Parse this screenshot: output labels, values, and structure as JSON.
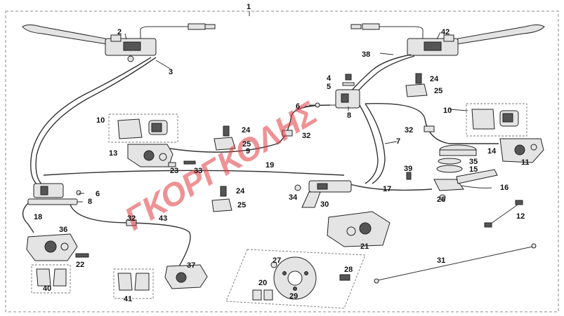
{
  "diagram": {
    "assembly_number": "1",
    "watermark": "ΓΚΟΡΓΚΟΛΗΣ",
    "watermark_color": "#e0393e",
    "callouts": [
      {
        "id": "c1",
        "text": "1"
      },
      {
        "id": "c2",
        "text": "2"
      },
      {
        "id": "c3",
        "text": "3"
      },
      {
        "id": "c4",
        "text": "4"
      },
      {
        "id": "c5",
        "text": "5"
      },
      {
        "id": "c6a",
        "text": "6"
      },
      {
        "id": "c6b",
        "text": "6"
      },
      {
        "id": "c7",
        "text": "7"
      },
      {
        "id": "c8a",
        "text": "8"
      },
      {
        "id": "c8b",
        "text": "8"
      },
      {
        "id": "c9",
        "text": "9"
      },
      {
        "id": "c10a",
        "text": "10"
      },
      {
        "id": "c10b",
        "text": "10"
      },
      {
        "id": "c11",
        "text": "11"
      },
      {
        "id": "c12",
        "text": "12"
      },
      {
        "id": "c13",
        "text": "13"
      },
      {
        "id": "c14",
        "text": "14"
      },
      {
        "id": "c15",
        "text": "15"
      },
      {
        "id": "c16",
        "text": "16"
      },
      {
        "id": "c17",
        "text": "17"
      },
      {
        "id": "c18",
        "text": "18"
      },
      {
        "id": "c19",
        "text": "19"
      },
      {
        "id": "c20",
        "text": "20"
      },
      {
        "id": "c21",
        "text": "21"
      },
      {
        "id": "c22",
        "text": "22"
      },
      {
        "id": "c23",
        "text": "23"
      },
      {
        "id": "c24a",
        "text": "24"
      },
      {
        "id": "c24b",
        "text": "24"
      },
      {
        "id": "c24c",
        "text": "24"
      },
      {
        "id": "c25a",
        "text": "25"
      },
      {
        "id": "c25b",
        "text": "25"
      },
      {
        "id": "c25c",
        "text": "25"
      },
      {
        "id": "c26",
        "text": "26"
      },
      {
        "id": "c27",
        "text": "27"
      },
      {
        "id": "c28",
        "text": "28"
      },
      {
        "id": "c29",
        "text": "29"
      },
      {
        "id": "c30",
        "text": "30"
      },
      {
        "id": "c31",
        "text": "31"
      },
      {
        "id": "c32a",
        "text": "32"
      },
      {
        "id": "c32b",
        "text": "32"
      },
      {
        "id": "c32c",
        "text": "32"
      },
      {
        "id": "c33",
        "text": "33"
      },
      {
        "id": "c34",
        "text": "34"
      },
      {
        "id": "c35",
        "text": "35"
      },
      {
        "id": "c36",
        "text": "36"
      },
      {
        "id": "c37",
        "text": "37"
      },
      {
        "id": "c38",
        "text": "38"
      },
      {
        "id": "c39",
        "text": "39"
      },
      {
        "id": "c40",
        "text": "40"
      },
      {
        "id": "c41",
        "text": "41"
      },
      {
        "id": "c42",
        "text": "42"
      },
      {
        "id": "c43",
        "text": "43"
      }
    ]
  }
}
